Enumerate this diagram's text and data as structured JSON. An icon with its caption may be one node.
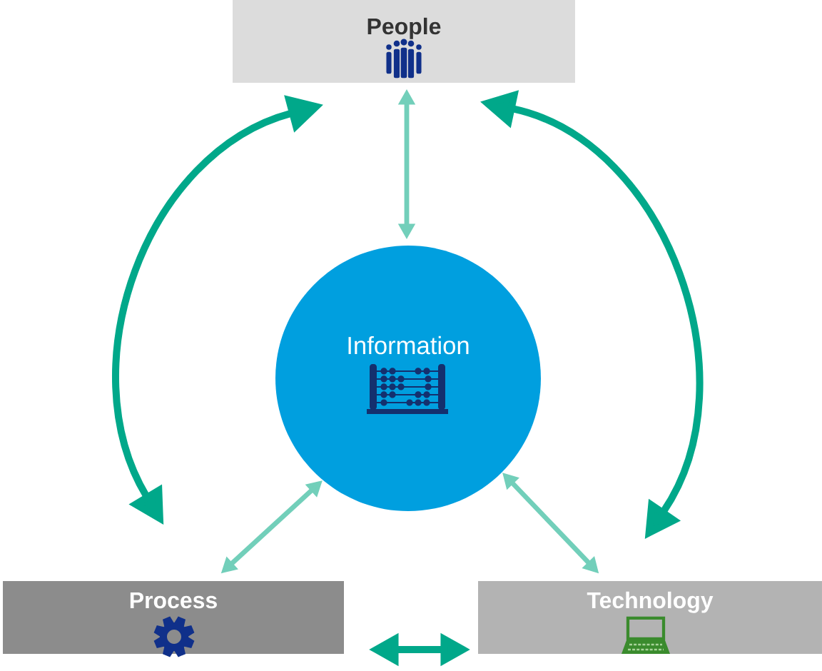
{
  "diagram": {
    "nodes": [
      {
        "text": [
          "People"
        ]
      },
      {
        "text": [
          "Information"
        ]
      },
      {
        "text": [
          "Process"
        ]
      },
      {
        "text": [
          "Technology"
        ]
      }
    ],
    "edges": [
      {
        "from": 0,
        "to": 1,
        "arrow": "both"
      },
      {
        "from": 0,
        "to": 2,
        "arrow": "both",
        "color": "#00a88a"
      },
      {
        "from": 0,
        "to": 3,
        "arrow": "both",
        "color": "#00a88a"
      },
      {
        "from": 1,
        "to": 2,
        "arrow": "both"
      },
      {
        "from": 1,
        "to": 3,
        "arrow": "both"
      },
      {
        "from": 2,
        "to": 3,
        "arrow": "both",
        "color": "#00a88a"
      }
    ]
  }
}
